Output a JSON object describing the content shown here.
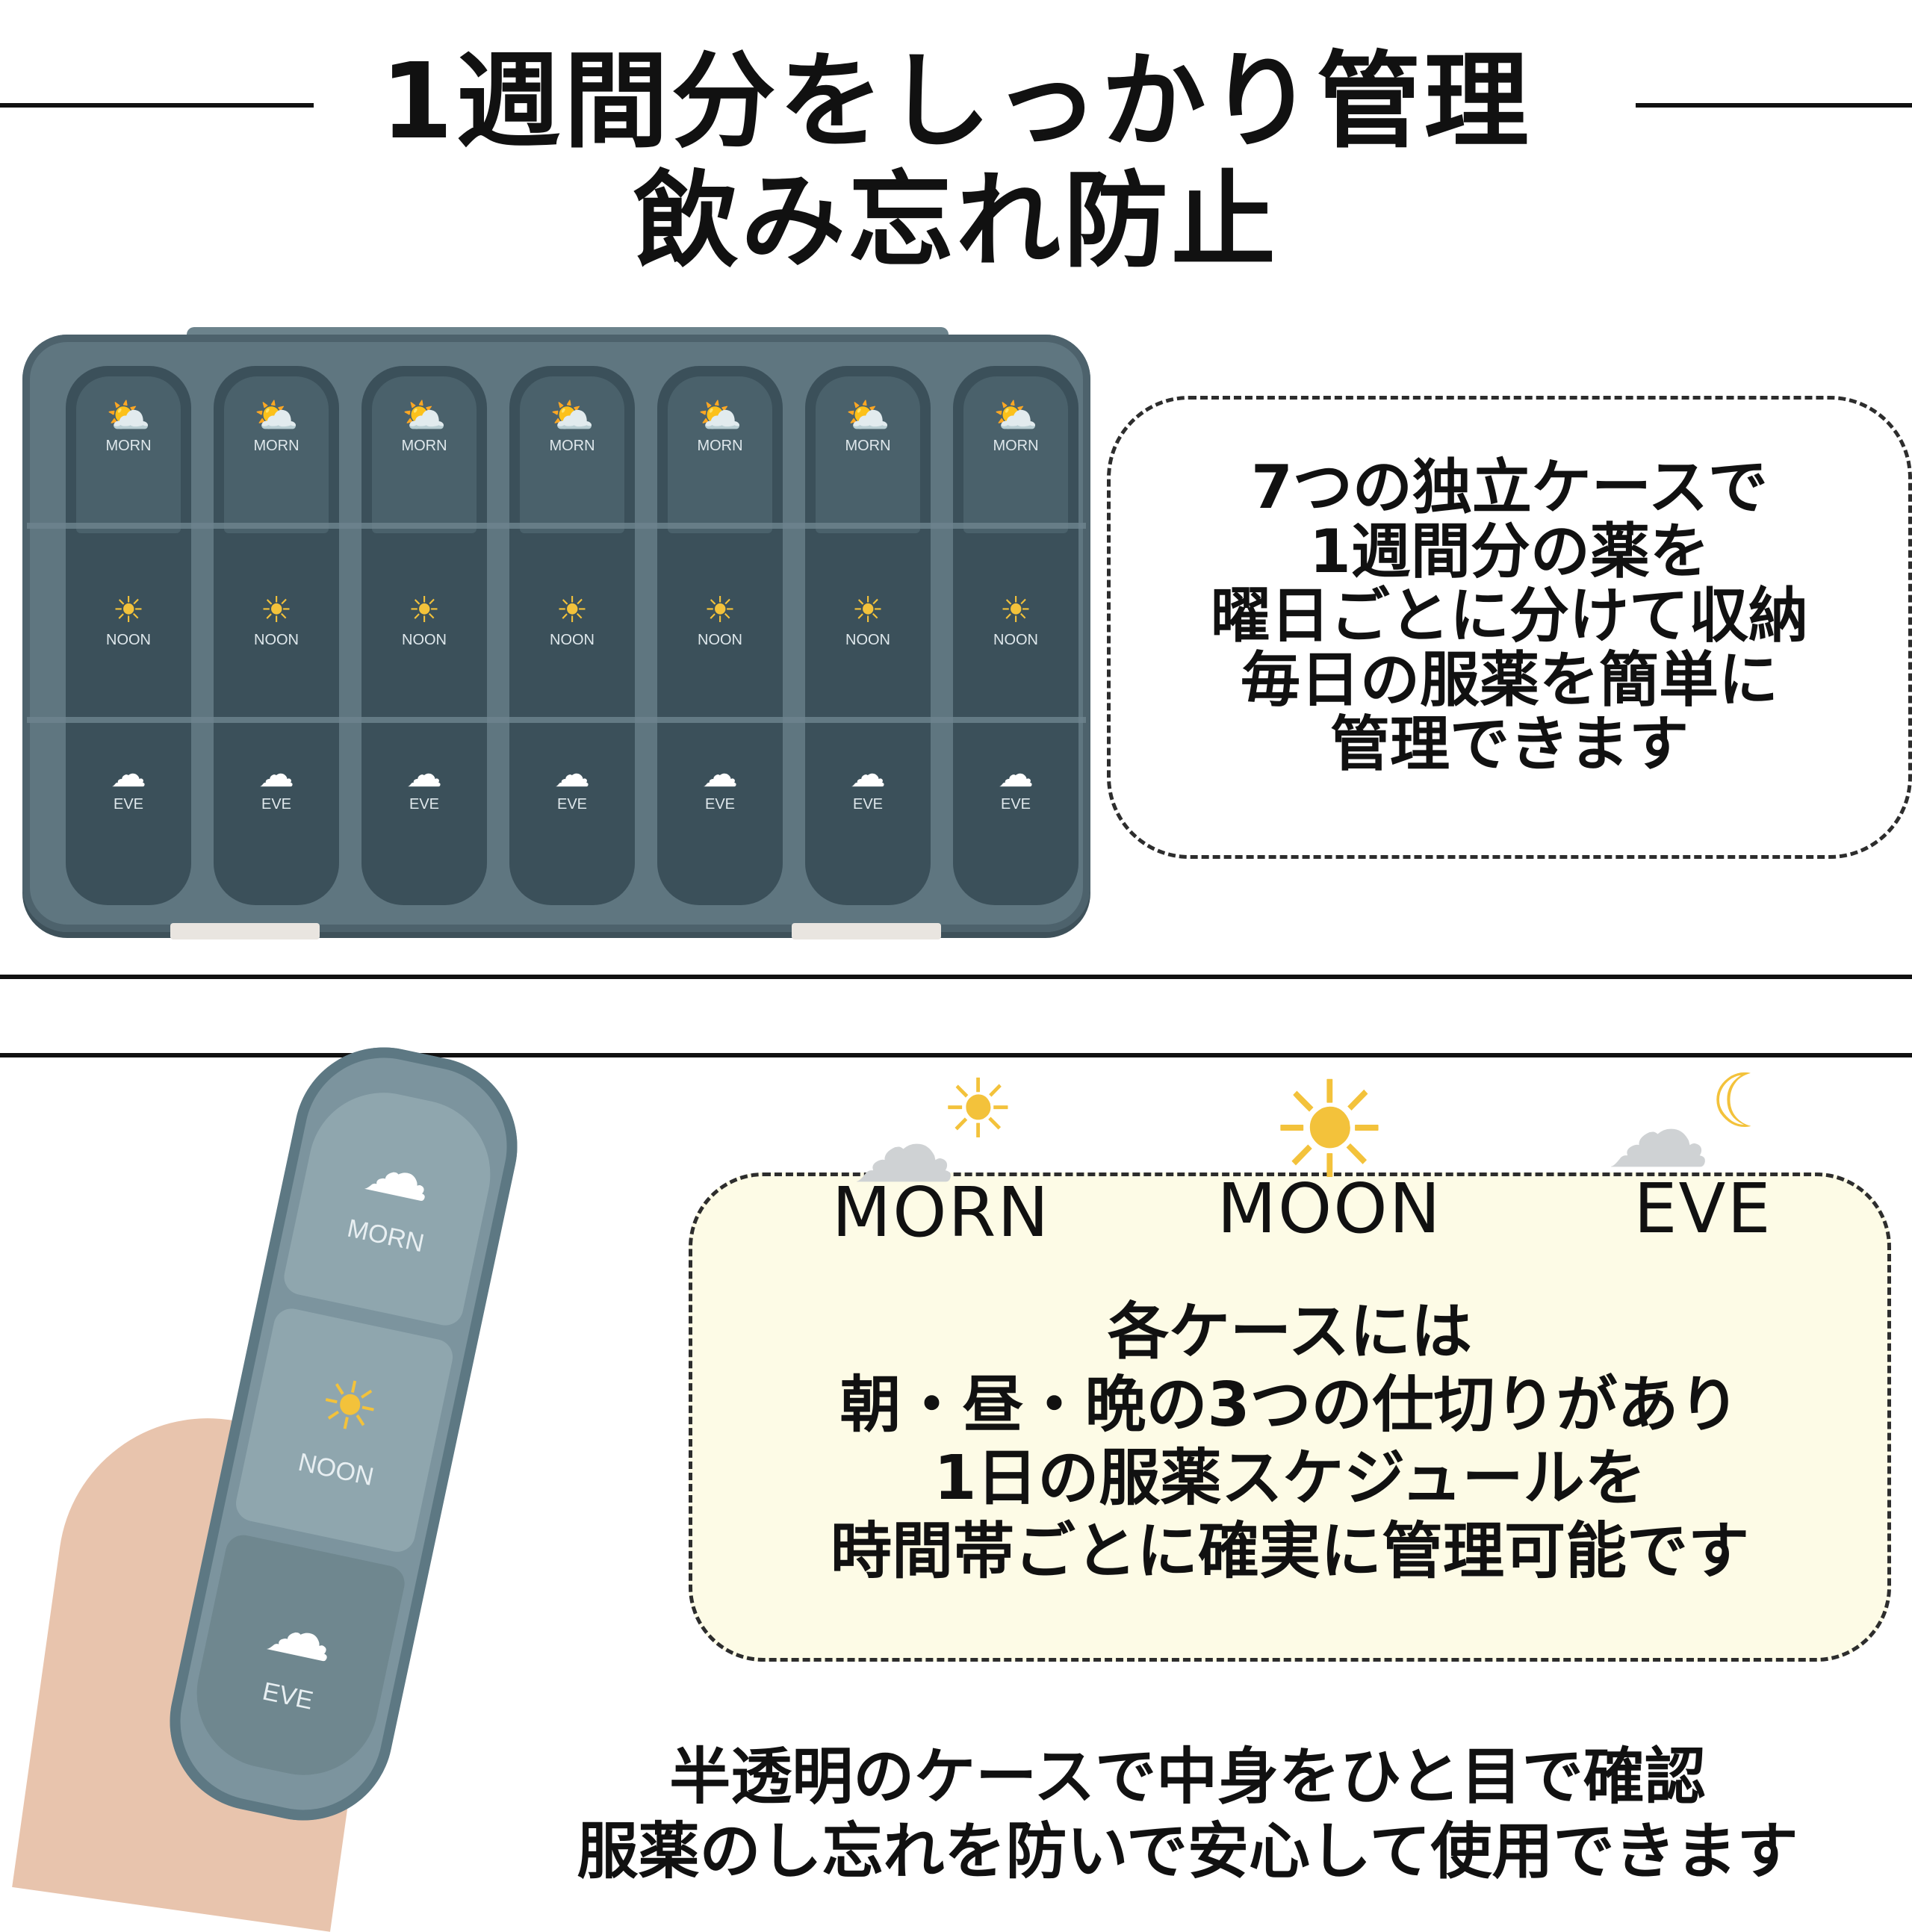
{
  "header": {
    "title_line1": "1週間分をしっかり管理",
    "title_line2": "飲み忘れ防止"
  },
  "pillbox": {
    "columns": 7,
    "slots": [
      {
        "icon": "cloud-sun-icon",
        "label": "MORN"
      },
      {
        "icon": "sun-icon",
        "label": "NOON"
      },
      {
        "icon": "cloud-moon-icon",
        "label": "EVE"
      }
    ]
  },
  "feature1": {
    "lines": [
      "7つの独立ケースで",
      "1週間分の薬を",
      "曜日ごとに分けて収納",
      "毎日の服薬を簡単に",
      "管理できます"
    ]
  },
  "strip": {
    "labels": [
      "MORN",
      "NOON",
      "EVE"
    ]
  },
  "timeslots": [
    {
      "icon": "cloud-sun-icon",
      "label": "MORN"
    },
    {
      "icon": "sun-icon",
      "label": "MOON"
    },
    {
      "icon": "cloud-moon-icon",
      "label": "EVE"
    }
  ],
  "feature2": {
    "lines": [
      "各ケースには",
      "朝・昼・晩の3つの仕切りがあり",
      "1日の服薬スケジュールを",
      "時間帯ごとに確実に管理可能です"
    ],
    "bg_color": "#fdfbe6"
  },
  "footer": {
    "line1": "半透明のケースで中身をひと目で確認",
    "line2": "服薬のし忘れを防いで安心して使用できます"
  },
  "colors": {
    "case": "#5f7680",
    "sun": "#f3c23b",
    "rule": "#111111"
  }
}
